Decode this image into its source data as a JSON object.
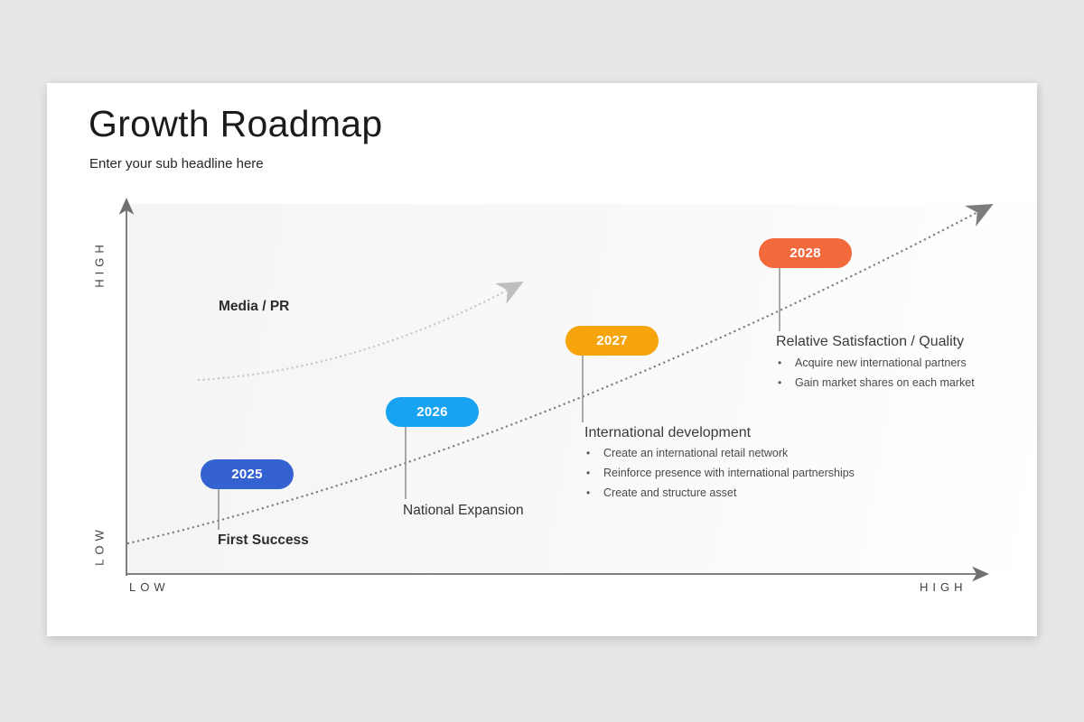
{
  "header": {
    "title": "Growth Roadmap",
    "subtitle": "Enter your sub headline here"
  },
  "axes": {
    "y_high": "HIGH",
    "y_low": "LOW",
    "x_low": "LOW",
    "x_high": "HIGH"
  },
  "annotations": {
    "media_pr": "Media / PR"
  },
  "milestones": [
    {
      "year": "2025",
      "color": "#3463d1",
      "label": "First Success",
      "bullets": []
    },
    {
      "year": "2026",
      "color": "#17a2f2",
      "label": "National Expansion",
      "bullets": []
    },
    {
      "year": "2027",
      "color": "#f6a40b",
      "label": "International development",
      "bullets": [
        "Create an international retail network",
        "Reinforce presence with international partnerships",
        "Create and structure asset"
      ]
    },
    {
      "year": "2028",
      "color": "#f2693c",
      "label": "Relative Satisfaction / Quality",
      "bullets": [
        "Acquire new international partners",
        "Gain market shares on each market"
      ]
    }
  ],
  "colors": {
    "growth_curve": "#818181",
    "media_curve": "#c9c9c9",
    "axis": "#6f6f6f"
  }
}
